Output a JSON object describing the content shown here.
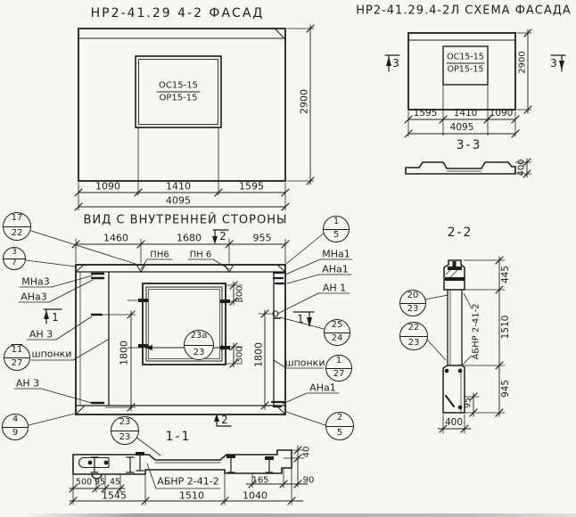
{
  "facade": {
    "title": "НР2-41.29 4-2 ФАСАД",
    "mark_top": "ОС15-15",
    "mark_bottom": "ОР15-15",
    "dim_w1": "1090",
    "dim_w2": "1410",
    "dim_w3": "1595",
    "dim_total": "4095",
    "dim_h": "2900"
  },
  "scheme": {
    "title": "НР2-41.29.4-2Л СХЕМА ФАСАДА",
    "mark_top": "ОС15-15",
    "mark_bottom": "ОР15-15",
    "dim_w1": "1595",
    "dim_w2": "1410",
    "dim_w3": "1090",
    "dim_total": "4095",
    "dim_h": "2900",
    "dim_thickness": "400",
    "section_mark": "3",
    "section_title": "3-3"
  },
  "inner": {
    "title": "ВИД С ВНУТРЕННЕЙ СТОРОНЫ",
    "dim_t1": "1460",
    "dim_t2": "1680",
    "dim_t3": "955",
    "dim_left": "1800",
    "dim_right": "1800",
    "dim_win300_top": "300",
    "dim_win300_bot": "300",
    "pn6_left": "ПН6",
    "pn6_right": "ПН 6",
    "mna3": "МНа3",
    "ana3": "АНа3",
    "an3_top": "АН 3",
    "shponki_left": "шпонки",
    "an3_bot": "АН 3",
    "mna1": "МНа1",
    "ana1_top": "АНа1",
    "an1": "АН 1",
    "shponki_right": "шпонки",
    "ana1_bot": "АНа1",
    "marker1": "1",
    "marker2": "2"
  },
  "callouts": {
    "c17_22": {
      "a": "17",
      "b": "22"
    },
    "c3_7": {
      "a": "3",
      "b": "7"
    },
    "c11_27": {
      "a": "11",
      "b": "27"
    },
    "c4_9": {
      "a": "4",
      "b": "9"
    },
    "c1_5": {
      "a": "1",
      "b": "5"
    },
    "c25_24": {
      "a": "25",
      "b": "24"
    },
    "c1_27": {
      "a": "1",
      "b": "27"
    },
    "c2_5": {
      "a": "2",
      "b": "5"
    },
    "c23a_23": {
      "a": "23а",
      "b": "23"
    },
    "c23_23": {
      "a": "23",
      "b": "23"
    },
    "c20_23": {
      "a": "20",
      "b": "23"
    },
    "c22_23": {
      "a": "22",
      "b": "23"
    }
  },
  "sec11": {
    "title": "1-1",
    "beam": "АБНР 2-41-2",
    "d500": "500",
    "d95": "95",
    "d45": "45",
    "d165": "165",
    "d90": "90",
    "d40": "40",
    "m1": "1545",
    "m2": "1510",
    "m3": "1040"
  },
  "sec22": {
    "title": "2-2",
    "beam": "АБНР 2-41-2",
    "d445": "445",
    "d1510": "1510",
    "d945": "945",
    "d95": "95",
    "d400": "400"
  }
}
